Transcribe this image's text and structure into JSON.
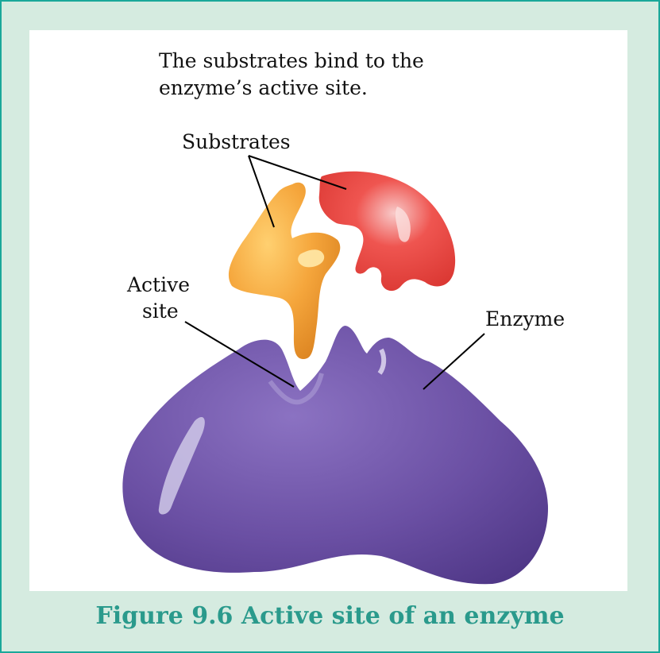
{
  "description_text": "The substrates bind to the enzyme’s active site.",
  "labels": {
    "substrates": "Substrates",
    "active_site_line1": "Active",
    "active_site_line2": "site",
    "enzyme": "Enzyme"
  },
  "caption": "Figure 9.6 Active site of an enzyme",
  "colors": {
    "border": "#1aa89a",
    "background": "#d5ebe0",
    "caption": "#2a9a8c",
    "enzyme": "#6a4fa3",
    "substrate_orange": "#f2a33a",
    "substrate_red": "#e8403c"
  }
}
